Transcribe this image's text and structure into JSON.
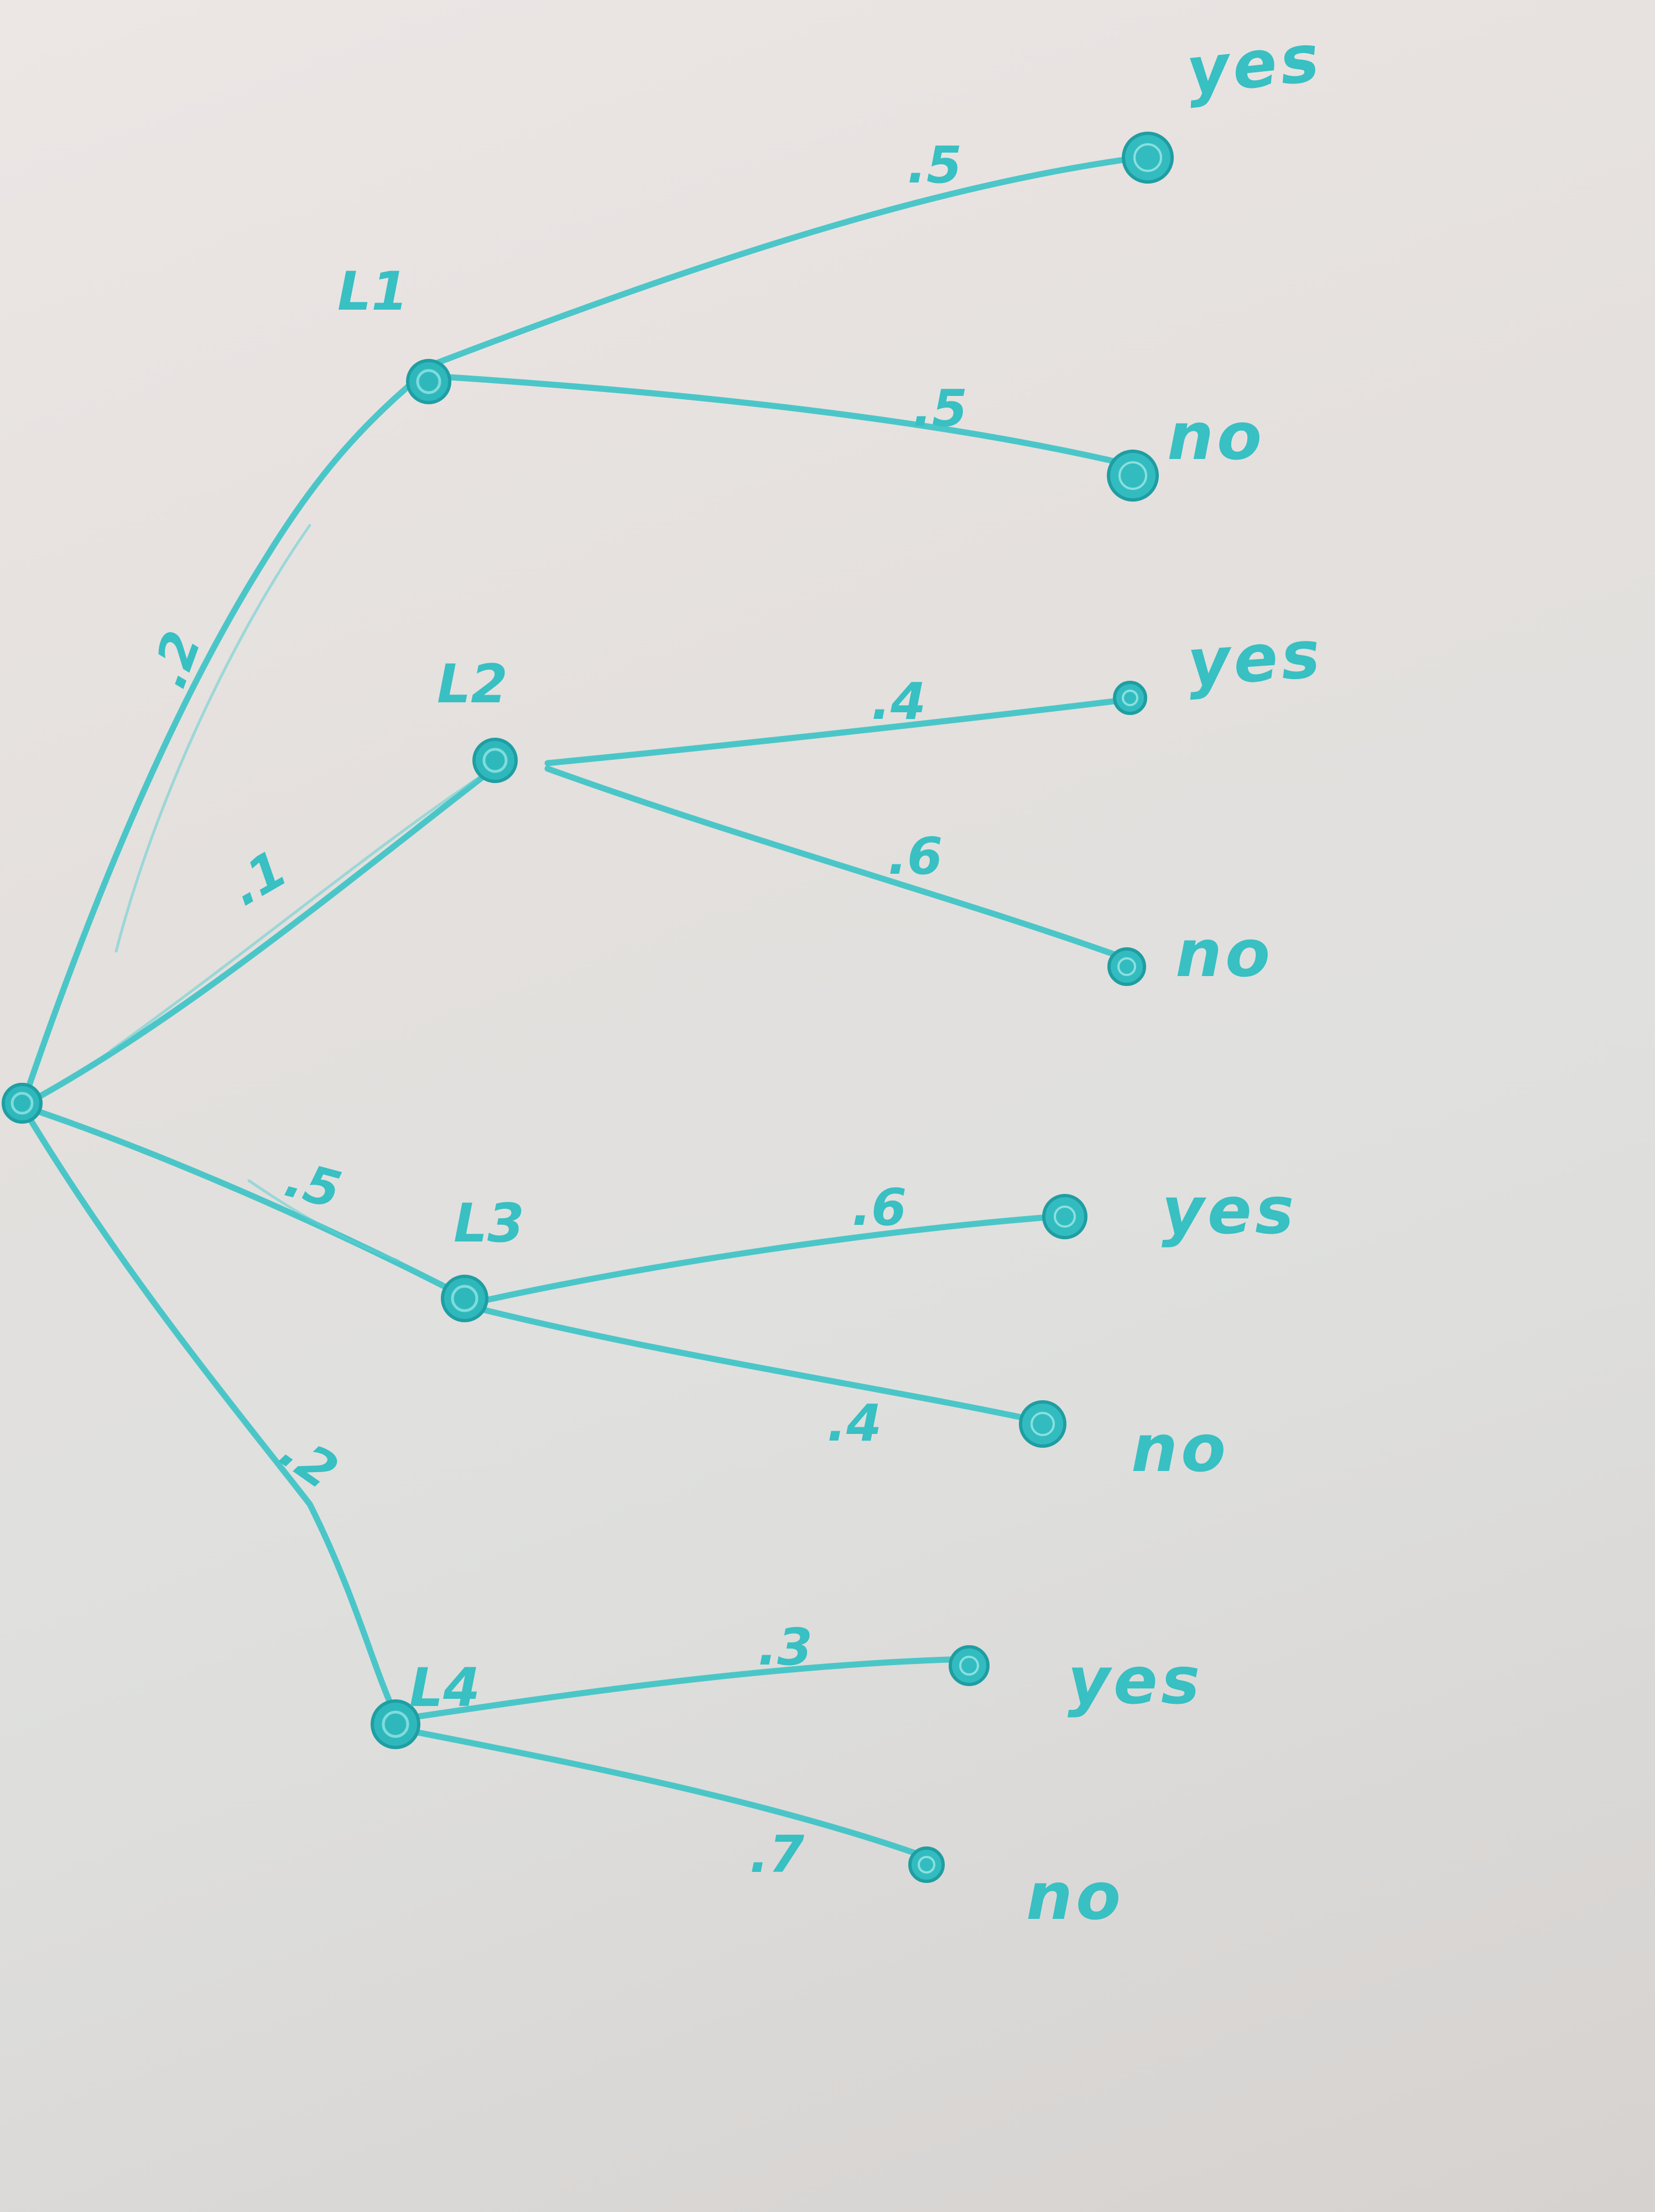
{
  "tree": {
    "nodes": [
      {
        "id": "L1",
        "label": "L1",
        "branch_probability": ".2",
        "prob_text": ".2"
      },
      {
        "id": "L2",
        "label": "L2",
        "branch_probability": ".1",
        "prob_text": ".1"
      },
      {
        "id": "L3",
        "label": "L3",
        "branch_probability": ".5",
        "prob_text": ".5"
      },
      {
        "id": "L4",
        "label": "L4",
        "branch_probability": ".2",
        "prob_text": ".2"
      }
    ],
    "leaves": [
      {
        "parent": "L1",
        "probability": ".5",
        "outcome": "yes"
      },
      {
        "parent": "L1",
        "probability": ".5",
        "outcome": "no"
      },
      {
        "parent": "L2",
        "probability": ".4",
        "outcome": "yes"
      },
      {
        "parent": "L2",
        "probability": ".6",
        "outcome": "no"
      },
      {
        "parent": "L3",
        "probability": ".6",
        "outcome": "yes"
      },
      {
        "parent": "L3",
        "probability": ".4",
        "outcome": "no"
      },
      {
        "parent": "L4",
        "probability": ".3",
        "outcome": "yes"
      },
      {
        "parent": "L4",
        "probability": ".7",
        "outcome": "no"
      }
    ]
  },
  "colors": {
    "ink": "#38c0c3",
    "board": "#e4e0dd"
  }
}
